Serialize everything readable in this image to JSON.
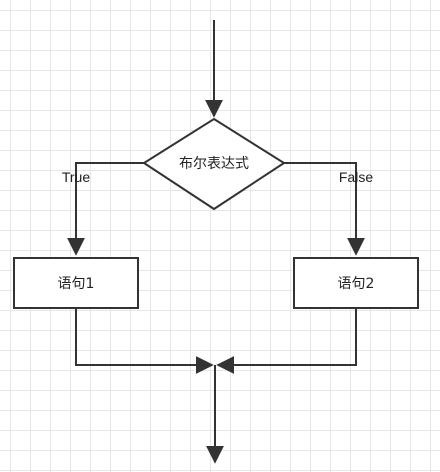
{
  "diagram": {
    "decision": {
      "label": "布尔表达式"
    },
    "branch_true": {
      "label": "True"
    },
    "branch_false": {
      "label": "False"
    },
    "statement_1": {
      "label": "语句1"
    },
    "statement_2": {
      "label": "语句2"
    }
  },
  "colors": {
    "stroke": "#333333",
    "box_fill": "#ffffff",
    "grid": "#e6e6e6"
  }
}
